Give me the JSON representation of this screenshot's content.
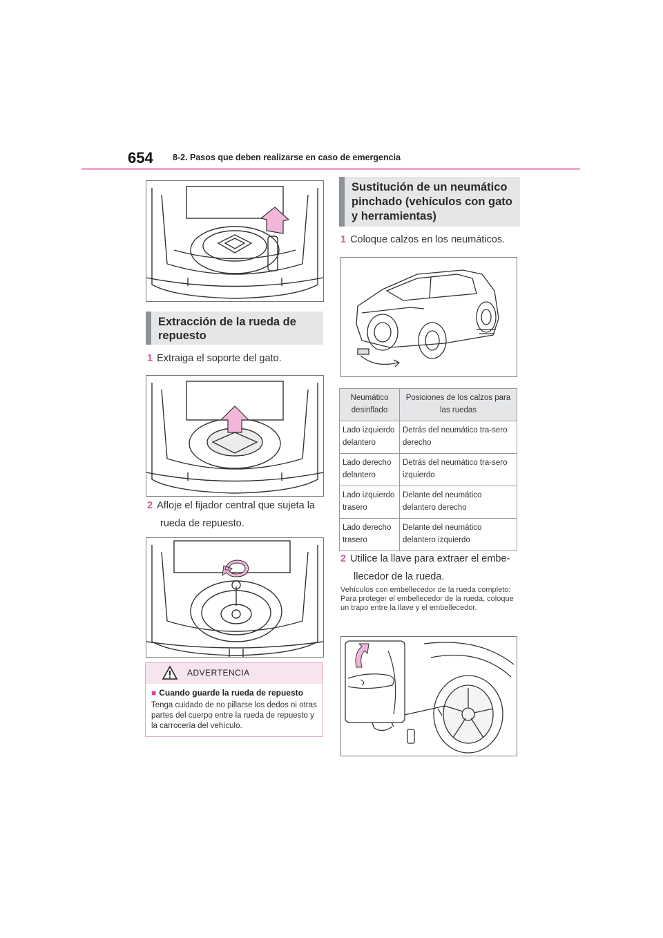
{
  "header": {
    "page_number": "654",
    "section_title": "8-2. Pasos que deben realizarse en caso de emergencia"
  },
  "left": {
    "section_heading": "Extracción de la rueda de repuesto",
    "step1": {
      "num": "1",
      "text": "Extraiga el soporte del gato."
    },
    "step2": {
      "num": "2",
      "text_line1": "Afloje el fijador central que sujeta la",
      "text_line2": "rueda de repuesto."
    },
    "warning": {
      "title": "ADVERTENCIA",
      "subtitle": "Cuando guarde la rueda de repuesto",
      "text": "Tenga cuidado de no pillarse los dedos ni otras partes del cuerpo entre la rueda de repuesto y la carrocería del vehículo."
    }
  },
  "right": {
    "section_heading": "Sustitución de un neumático pinchado (vehículos con gato y herramientas)",
    "step1": {
      "num": "1",
      "text": "Coloque calzos en los neumáticos."
    },
    "table": {
      "headers": [
        "Neumático desinflado",
        "Posiciones de los calzos para las ruedas"
      ],
      "rows": [
        [
          "Lado izquierdo delantero",
          "Detrás del neumático tra-sero derecho"
        ],
        [
          "Lado derecho delantero",
          "Detrás del neumático tra-sero izquierdo"
        ],
        [
          "Lado izquierdo trasero",
          "Delante del neumático delantero derecho"
        ],
        [
          "Lado derecho trasero",
          "Delante del neumático delantero izquierdo"
        ]
      ]
    },
    "step2": {
      "num": "2",
      "text_line1": "Utilice la llave para extraer el embe-",
      "text_line2": "llecedor de la rueda."
    },
    "note": "Vehículos con embellecedor de la rueda completo: Para proteger el embellecedor de la rueda, coloque un trapo entre la llave y el embellecedor."
  },
  "colors": {
    "accent": "#d6479b",
    "header_rule": "#f1a6d2",
    "arrow_fill": "#f3b6da",
    "section_bg": "#e4e6e8"
  },
  "icons": [
    "up-arrow-icon",
    "rotate-arrow-icon",
    "warning-triangle-icon",
    "square-bullet-icon"
  ]
}
